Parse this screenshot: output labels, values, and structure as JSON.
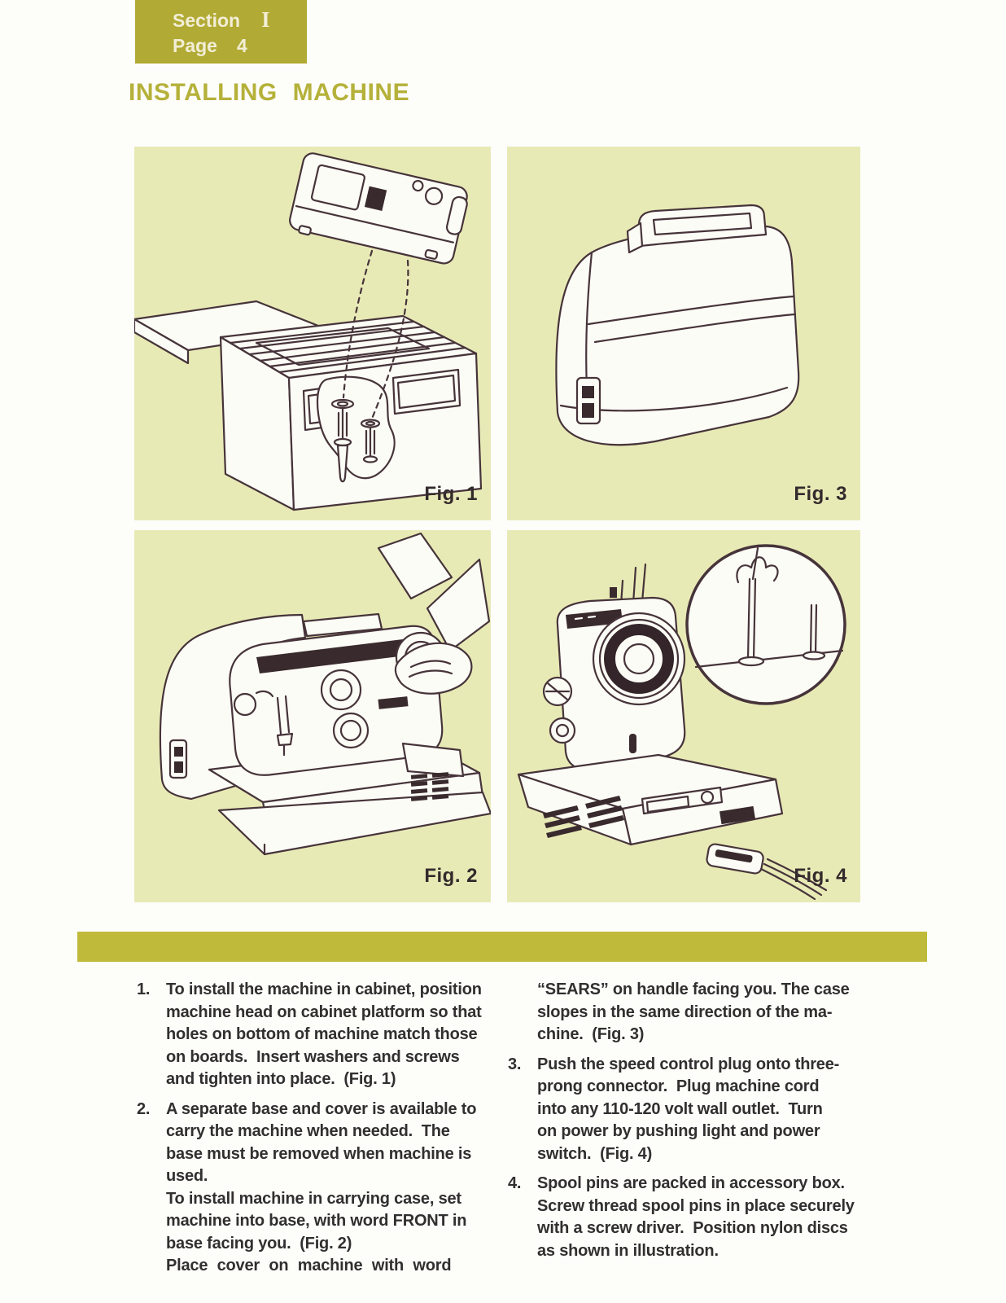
{
  "colors": {
    "page_bg": "#fdfdfa",
    "badge_bg": "#b1aa34",
    "badge_text": "#f2eed6",
    "title": "#b5b13a",
    "panel_bg": "#e8eab6",
    "divider_bar": "#c0ba3a",
    "line_art": "#46343a",
    "ink": "#312f2f"
  },
  "badge": {
    "section_label": "Section",
    "section_numeral": "I",
    "page_label": "Page",
    "page_number": "4"
  },
  "title": "INSTALLING MACHINE",
  "figures": {
    "fig1": {
      "label": "Fig. 1"
    },
    "fig2": {
      "label": "Fig. 2"
    },
    "fig3": {
      "label": "Fig. 3"
    },
    "fig4": {
      "label": "Fig. 4"
    }
  },
  "instructions": {
    "left": [
      {
        "number": "1.",
        "paragraphs": [
          [
            "To install the machine in cabinet, position",
            "machine head on cabinet platform so that",
            "holes on bottom of machine match those",
            "on boards.  Insert washers and screws",
            "and tighten into place.  (Fig. 1)"
          ]
        ]
      },
      {
        "number": "2.",
        "paragraphs": [
          [
            "A separate base and cover is available to",
            "carry the machine when needed.  The",
            "base must be removed when machine is",
            "used."
          ],
          [
            "To install machine in carrying case, set",
            "machine into base, with word FRONT in",
            "base facing you.  (Fig. 2)"
          ],
          [
            "Place cover on machine with word"
          ]
        ]
      }
    ],
    "right": [
      {
        "number": "",
        "paragraphs": [
          [
            "“SEARS” on handle facing you. The case",
            "slopes in the same direction of the ma-",
            "chine.  (Fig. 3)"
          ]
        ]
      },
      {
        "number": "3.",
        "paragraphs": [
          [
            "Push the speed control plug onto three-",
            "prong connector.  Plug machine cord",
            "into any 110-120 volt wall outlet.  Turn",
            "on power by pushing light and power",
            "switch.  (Fig. 4)"
          ]
        ]
      },
      {
        "number": "4.",
        "paragraphs": [
          [
            "Spool pins are packed in accessory box.",
            "Screw thread spool pins in place securely",
            "with a screw driver.  Position nylon discs",
            "as shown in illustration."
          ]
        ]
      }
    ]
  }
}
